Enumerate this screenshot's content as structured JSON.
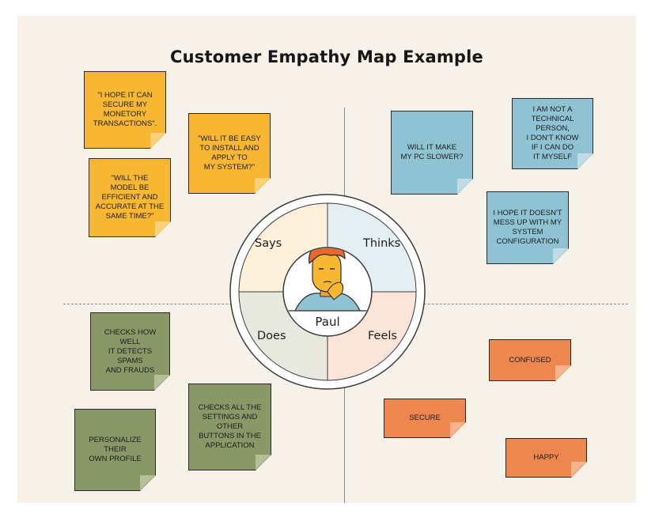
{
  "title": "Customer Empathy Map Example",
  "center": {
    "name": "Paul",
    "quadrants": {
      "says": "Says",
      "thinks": "Thinks",
      "does": "Does",
      "feels": "Feels"
    }
  },
  "colors": {
    "says": "#f7b733",
    "thinks": "#8fc3d4",
    "does": "#8a9767",
    "feels": "#ee864f"
  },
  "notes": {
    "says": [
      "\"I HOPE IT CAN\nSECURE MY\nMONETORY\nTRANSACTIONS\".",
      "\"WILL IT BE EASY\nTO INSTALL AND\nAPPLY TO\nMY SYSTEM?\"",
      "\"WILL THE\nMODEL BE\nEFFICIENT AND\nACCURATE AT THE\nSAME TIME?\""
    ],
    "thinks": [
      "WILL IT MAKE\nMY PC SLOWER?",
      "I AM NOT A\nTECHNICAL\nPERSON,\nI DON'T KNOW\nIF I CAN DO\nIT MYSELF",
      "I HOPE IT DOESN'T\nMESS UP WITH MY\nSYSTEM\nCONFIGURATION"
    ],
    "does": [
      "CHECKS HOW WELL\nIT DETECTS SPAMS\nAND FRAUDS",
      "CHECKS ALL THE\nSETTINGS AND\nOTHER\nBUTTONS IN THE\nAPPLICATION",
      "PERSONALIZE\nTHEIR\nOWN PROFILE"
    ],
    "feels": [
      "CONFUSED",
      "SECURE",
      "HAPPY"
    ]
  }
}
